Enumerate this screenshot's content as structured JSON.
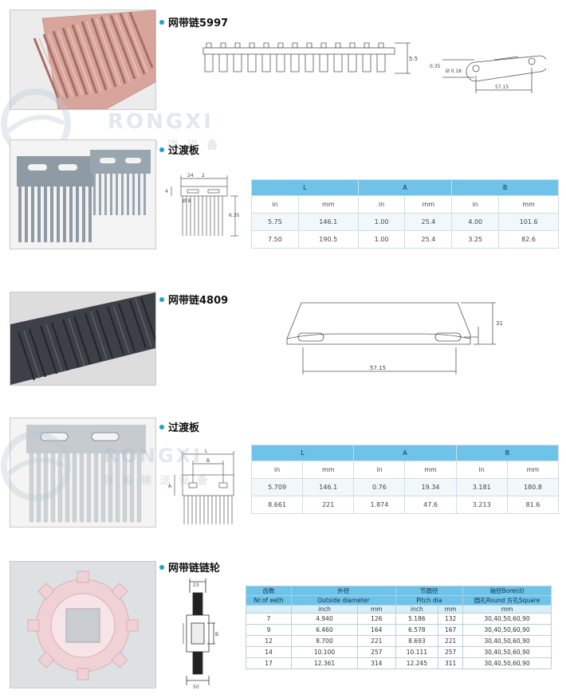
{
  "watermark": {
    "brand": "RONGXI",
    "cn": "容 玺 输 送 设 备"
  },
  "sections": {
    "s1": {
      "title": "网带链5997",
      "dims": {
        "height": "5.5",
        "d": "Ø 0.18",
        "p": "0.35",
        "pitch": "57.15"
      }
    },
    "s2": {
      "title": "过渡板",
      "dims": {
        "a": "24",
        "b": "2",
        "c": "4",
        "d": "Ø 8",
        "l": "6.35"
      }
    },
    "s3": {
      "title": "网带链4809",
      "dims": {
        "pitch": "57.15",
        "h": "31"
      }
    },
    "s4": {
      "title": "过渡板",
      "dims": {
        "l": "L",
        "b": "B",
        "a": "A"
      }
    },
    "s5": {
      "title": "网带链链轮",
      "dims": {
        "top": "23",
        "bore": "B",
        "bottom": "50"
      }
    }
  },
  "table1": {
    "groups": [
      "L",
      "A",
      "B"
    ],
    "units": [
      "in",
      "mm",
      "in",
      "mm",
      "in",
      "mm"
    ],
    "rows": [
      [
        "5.75",
        "146.1",
        "1.00",
        "25.4",
        "4.00",
        "101.6"
      ],
      [
        "7.50",
        "190.5",
        "1.00",
        "25.4",
        "3.25",
        "82.6"
      ]
    ]
  },
  "table2": {
    "groups": [
      "L",
      "A",
      "B"
    ],
    "units": [
      "in",
      "mm",
      "in",
      "mm",
      "in",
      "mm"
    ],
    "rows": [
      [
        "5.709",
        "146.1",
        "0.76",
        "19.34",
        "3.181",
        "180.8"
      ],
      [
        "8.661",
        "221",
        "1.874",
        "47.6",
        "3.213",
        "81.6"
      ]
    ]
  },
  "table3": {
    "h_teeth_cn": "齿数",
    "h_teeth_en": "Nr.of eeth",
    "h_od_cn": "外径",
    "h_od_en": "Outside diameter",
    "h_pd_cn": "节圆径",
    "h_pd_en": "Pitch dia",
    "h_bore_cn": "轴径Bore(d)",
    "h_bore_en": "圆孔Round  方孔Square",
    "u_inch1": "inch",
    "u_mm1": "mm",
    "u_inch2": "inch",
    "u_mm2": "mm",
    "u_mm3": "mm",
    "rows": [
      [
        "7",
        "4.940",
        "126",
        "5.186",
        "132",
        "30,40,50,60,90"
      ],
      [
        "9",
        "6.460",
        "164",
        "6.578",
        "167",
        "30,40,50,60,90"
      ],
      [
        "12",
        "8.700",
        "221",
        "8.693",
        "221",
        "30,40,50,60,90"
      ],
      [
        "14",
        "10.100",
        "257",
        "10.111",
        "257",
        "30,40,50,60,90"
      ],
      [
        "17",
        "12.361",
        "314",
        "12.245",
        "311",
        "30,40,50,60,90"
      ]
    ]
  }
}
